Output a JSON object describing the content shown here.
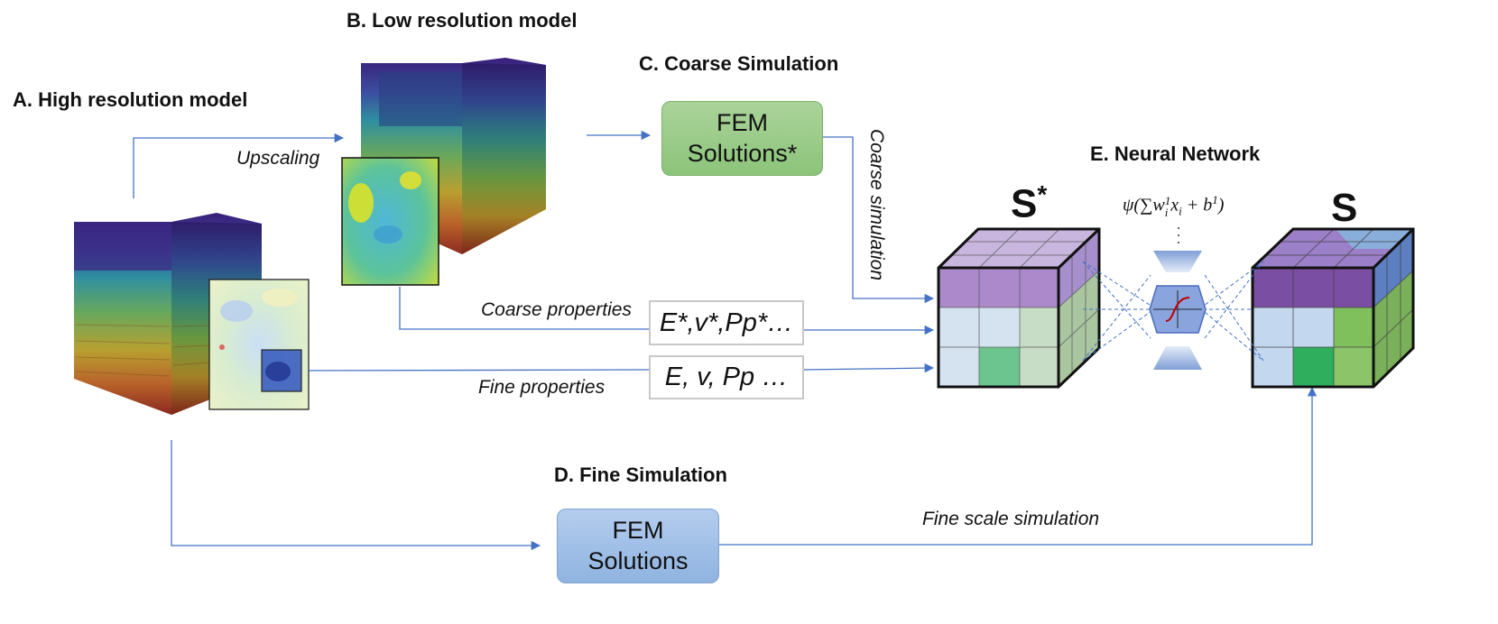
{
  "titles": {
    "a": "A. High resolution model",
    "b": "B. Low resolution model",
    "c": "C. Coarse Simulation",
    "d": "D. Fine Simulation",
    "e": "E. Neural Network"
  },
  "labels": {
    "upscaling": "Upscaling",
    "coarse_simulation": "Coarse simulation",
    "coarse_properties": "Coarse properties",
    "fine_properties": "Fine properties",
    "fine_scale_simulation": "Fine scale simulation"
  },
  "boxes": {
    "fem_coarse_line1": "FEM",
    "fem_coarse_line2": "Solutions*",
    "fem_fine_line1": "FEM",
    "fem_fine_line2": "Solutions",
    "coarse_props": "E*,v*,Pp*…",
    "fine_props": "E, v,  Pp …"
  },
  "network": {
    "s_star": "S",
    "s_star_sup": "*",
    "s": "S",
    "formula": "ψ(∑w",
    "formula_sup": "1",
    "formula_sub": "i",
    "formula_rest": "x",
    "formula_rest_sub": "i",
    "formula_end": " + b",
    "formula_end_sup": "1",
    "formula_close": ")"
  },
  "colors": {
    "arrow": "#4472c4",
    "purple": "#7a4fa3",
    "green": "#3cb06a",
    "lightblue": "#b9d3ea"
  }
}
